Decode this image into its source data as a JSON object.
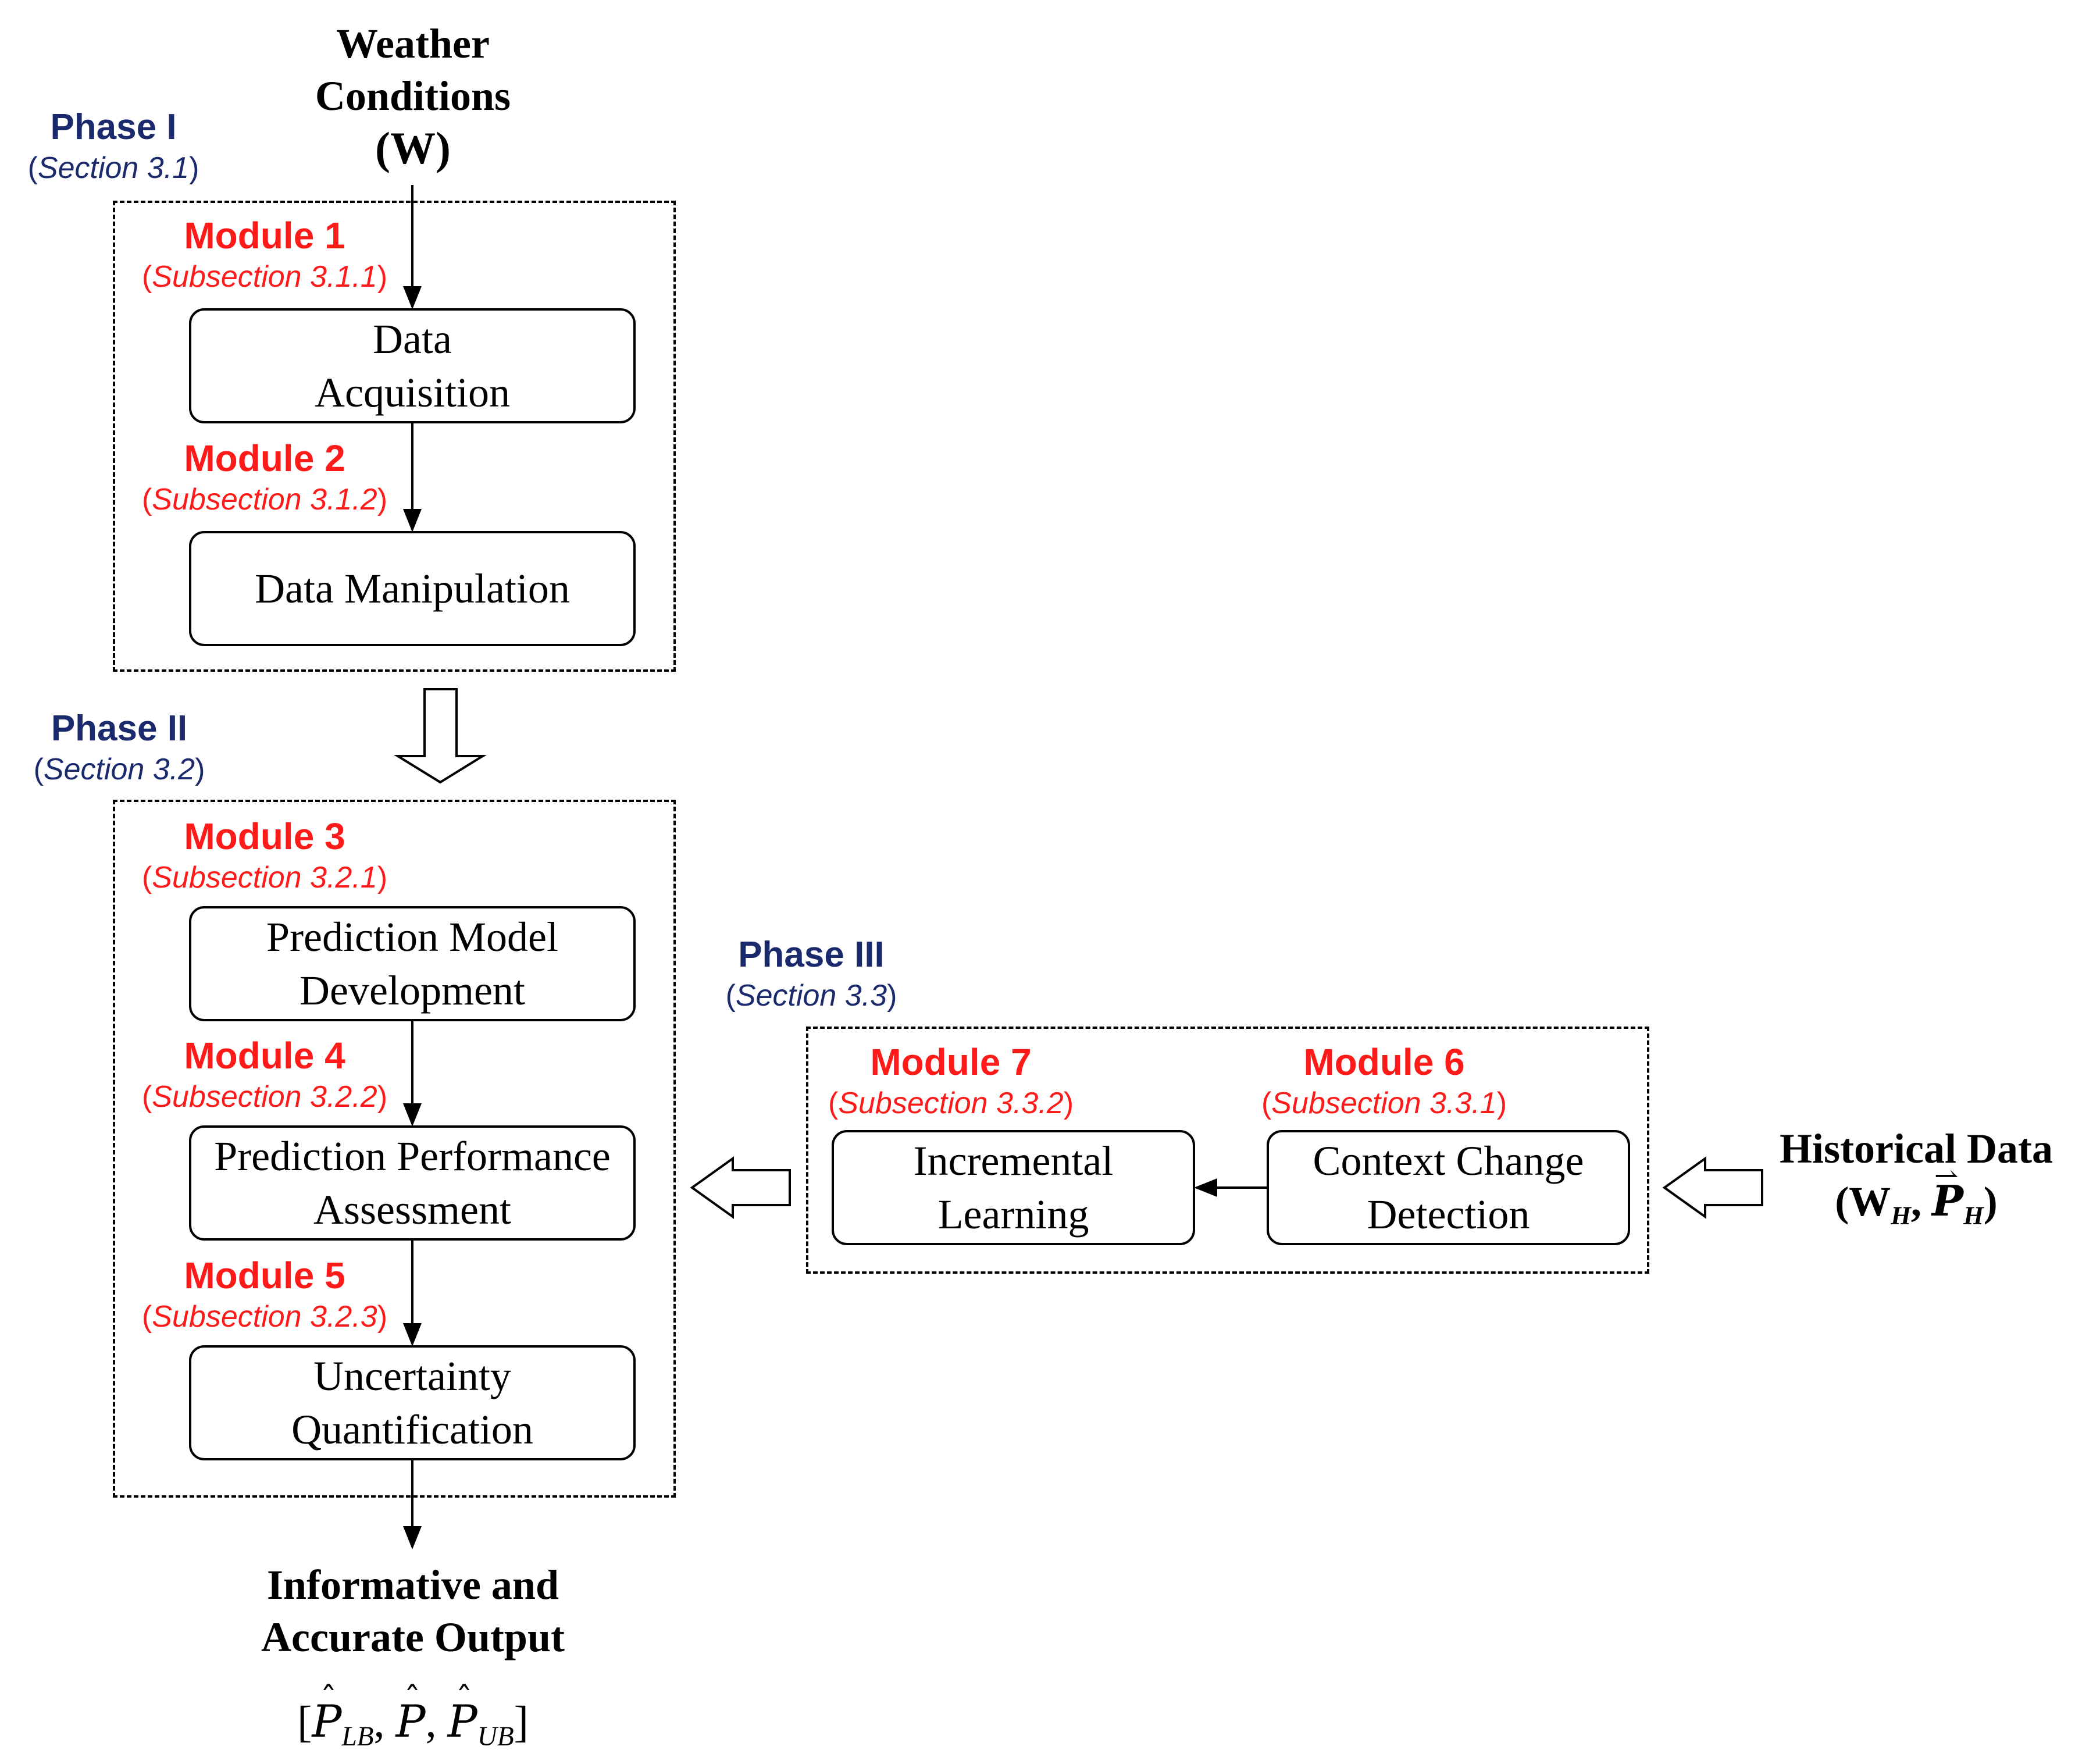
{
  "inputs": {
    "weather_line1": "Weather",
    "weather_line2": "Conditions",
    "weather_symbol": "W",
    "historical_label": "Historical Data",
    "historical_W": "W",
    "historical_W_sub": "H",
    "historical_P": "P",
    "historical_P_sub": "H"
  },
  "phases": [
    {
      "title": "Phase I",
      "section": "Section 3.1"
    },
    {
      "title": "Phase II",
      "section": "Section 3.2"
    },
    {
      "title": "Phase III",
      "section": "Section 3.3"
    }
  ],
  "modules": [
    {
      "title": "Module 1",
      "subsection": "Subsection 3.1.1",
      "box_line1": "Data",
      "box_line2": "Acquisition"
    },
    {
      "title": "Module 2",
      "subsection": "Subsection 3.1.2",
      "box_line1": "Data Manipulation",
      "box_line2": ""
    },
    {
      "title": "Module 3",
      "subsection": "Subsection 3.2.1",
      "box_line1": "Prediction Model",
      "box_line2": "Development"
    },
    {
      "title": "Module 4",
      "subsection": "Subsection 3.2.2",
      "box_line1": "Prediction Performance",
      "box_line2": "Assessment"
    },
    {
      "title": "Module 5",
      "subsection": "Subsection 3.2.3",
      "box_line1": "Uncertainty",
      "box_line2": "Quantification"
    },
    {
      "title": "Module 6",
      "subsection": "Subsection 3.3.1",
      "box_line1": "Context Change",
      "box_line2": "Detection"
    },
    {
      "title": "Module 7",
      "subsection": "Subsection 3.3.2",
      "box_line1": "Incremental",
      "box_line2": "Learning"
    }
  ],
  "output": {
    "line1": "Informative and",
    "line2": "Accurate Output",
    "P": "P",
    "sub_lb": "LB",
    "sub_ub": "UB"
  },
  "colors": {
    "phase": "#1a2a6c",
    "module": "#ff1a1a",
    "line": "#000000"
  }
}
